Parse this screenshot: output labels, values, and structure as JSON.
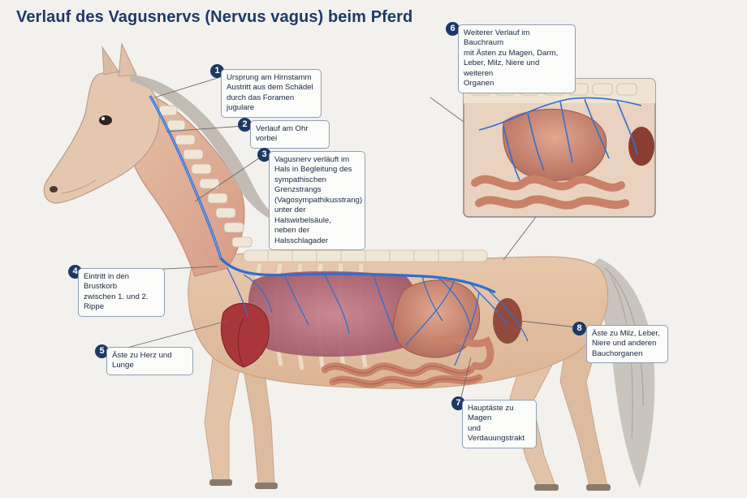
{
  "title": "Verlauf des Vagusnervs (Nervus vagus) beim Pferd",
  "callouts": [
    {
      "num": "1",
      "text": "Ursprung am Hirnstamm\nAustritt aus dem Schädel\ndurch das Foramen jugulare"
    },
    {
      "num": "2",
      "text": "Verlauf am Ohr vorbei"
    },
    {
      "num": "3",
      "text": "Vagusnerv verläuft im\nHals in Begleitung des\nsympathischen Grenzstrangs\n(Vagosympathikusstrang)\nunter der Halswirbelsäule,\nneben der Halsschlagader"
    },
    {
      "num": "4",
      "text": "Eintritt in den Brustkorb\nzwischen 1. und 2.\nRippe"
    },
    {
      "num": "5",
      "text": "Äste zu Herz und Lunge"
    },
    {
      "num": "6",
      "text": "Weiterer Verlauf im Bauchraum\nmit Ästen zu Magen, Darm,\nLeber, Milz, Niere und weiteren\nOrganen"
    },
    {
      "num": "7",
      "text": "Hauptäste zu Magen\nund Verdauungstrakt"
    },
    {
      "num": "8",
      "text": "Äste zu Milz, Leber,\nNiere und anderen\nBauchorganen"
    }
  ],
  "colors": {
    "title": "#1f3a66",
    "badge": "#1d3963",
    "nerve": "#2f6fd0",
    "body": "#e9c7a8",
    "lung": "#b86e7a",
    "intestine": "#c9826a"
  }
}
